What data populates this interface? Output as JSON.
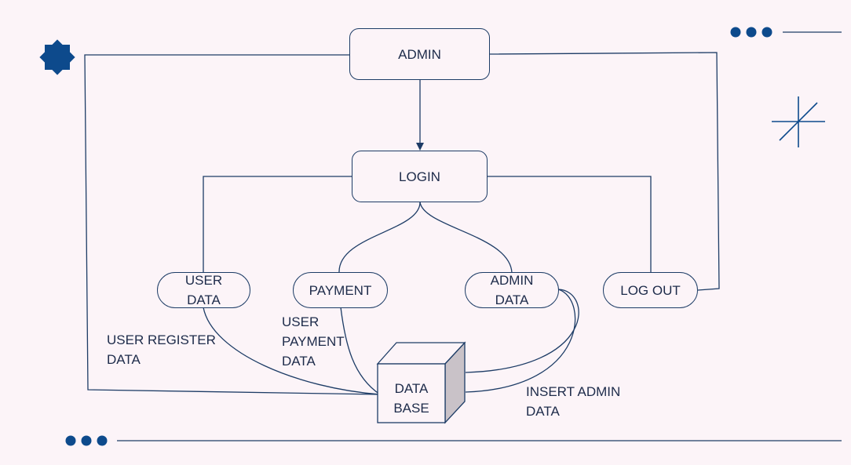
{
  "nodes": {
    "admin": "ADMIN",
    "login": "LOGIN",
    "user_data": "USER\nDATA",
    "payment": "PAYMENT",
    "admin_data": "ADMIN\nDATA",
    "log_out": "LOG OUT",
    "database": "DATA\nBASE"
  },
  "edge_labels": {
    "user_register_data": "USER REGISTER\nDATA",
    "user_payment_data": "USER\nPAYMENT\nDATA",
    "insert_admin_data": "INSERT ADMIN\nDATA"
  },
  "colors": {
    "line": "#1d3c66",
    "accent": "#0d4a8c",
    "background": "#fcf4f8",
    "cube_side": "#c9c2c8"
  },
  "icons": [
    "star-icon",
    "dots-icon",
    "sparkle-icon"
  ]
}
